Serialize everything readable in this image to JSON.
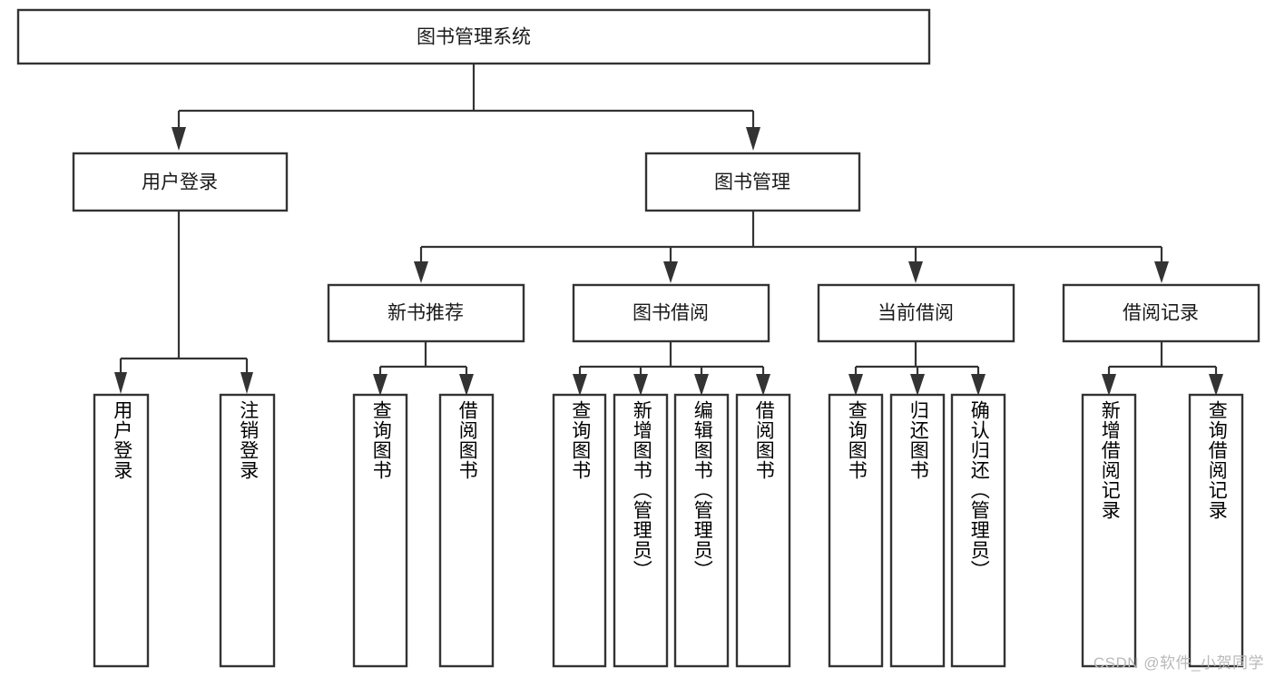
{
  "diagram": {
    "type": "tree",
    "title": "图书管理系统",
    "watermark": "CSDN @软件_小贺同学",
    "colors": {
      "box_stroke": "#333333",
      "box_fill": "#ffffff",
      "text": "#1a1a1a",
      "watermark": "#b9b9b9",
      "background": "#ffffff"
    },
    "nodes": {
      "root": {
        "label": "图书管理系统",
        "level": 1,
        "orientation": "horizontal"
      },
      "l2": [
        {
          "id": "user-login",
          "label": "用户登录",
          "level": 2,
          "orientation": "horizontal"
        },
        {
          "id": "book-manage",
          "label": "图书管理",
          "level": 2,
          "orientation": "horizontal"
        }
      ],
      "l3": [
        {
          "id": "new-book-rec",
          "label": "新书推荐",
          "level": 3,
          "orientation": "horizontal",
          "parent": "book-manage"
        },
        {
          "id": "book-borrow",
          "label": "图书借阅",
          "level": 3,
          "orientation": "horizontal",
          "parent": "book-manage"
        },
        {
          "id": "current-borrow",
          "label": "当前借阅",
          "level": 3,
          "orientation": "horizontal",
          "parent": "book-manage"
        },
        {
          "id": "borrow-record",
          "label": "借阅记录",
          "level": 3,
          "orientation": "horizontal",
          "parent": "book-manage"
        }
      ],
      "leaves": [
        {
          "id": "leaf-user-login",
          "label": "用户登录",
          "parent": "user-login",
          "orientation": "vertical"
        },
        {
          "id": "leaf-user-logout",
          "label": "注销登录",
          "parent": "user-login",
          "orientation": "vertical"
        },
        {
          "id": "leaf-query-book-1",
          "label": "查询图书",
          "parent": "new-book-rec",
          "orientation": "vertical"
        },
        {
          "id": "leaf-borrow-book-1",
          "label": "借阅图书",
          "parent": "new-book-rec",
          "orientation": "vertical"
        },
        {
          "id": "leaf-query-book-2",
          "label": "查询图书",
          "parent": "book-borrow",
          "orientation": "vertical"
        },
        {
          "id": "leaf-add-book",
          "label": "新增图书（管理员）",
          "parent": "book-borrow",
          "orientation": "vertical"
        },
        {
          "id": "leaf-edit-book",
          "label": "编辑图书（管理员）",
          "parent": "book-borrow",
          "orientation": "vertical"
        },
        {
          "id": "leaf-borrow-book-2",
          "label": "借阅图书",
          "parent": "book-borrow",
          "orientation": "vertical"
        },
        {
          "id": "leaf-query-book-3",
          "label": "查询图书",
          "parent": "current-borrow",
          "orientation": "vertical"
        },
        {
          "id": "leaf-return-book",
          "label": "归还图书",
          "parent": "current-borrow",
          "orientation": "vertical"
        },
        {
          "id": "leaf-confirm-return",
          "label": "确认归还（管理员）",
          "parent": "current-borrow",
          "orientation": "vertical"
        },
        {
          "id": "leaf-add-record",
          "label": "新增借阅记录",
          "parent": "borrow-record",
          "orientation": "vertical"
        },
        {
          "id": "leaf-query-record",
          "label": "查询借阅记录",
          "parent": "borrow-record",
          "orientation": "vertical"
        }
      ]
    }
  }
}
